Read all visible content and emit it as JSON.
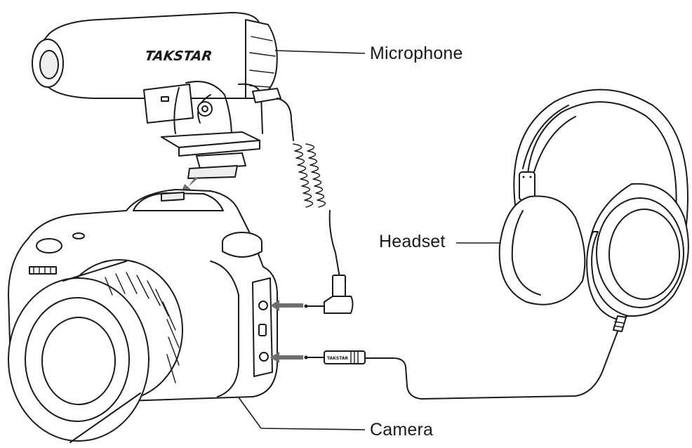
{
  "labels": {
    "microphone": "Microphone",
    "headset": "Headset",
    "camera": "Camera"
  },
  "brand": {
    "microphone_logo": "TAKSTAR",
    "cable_logo": "TAKSTAR"
  },
  "colors": {
    "line": "#1a1a1a",
    "arrow": "#6e6e6e",
    "background": "#ffffff"
  }
}
